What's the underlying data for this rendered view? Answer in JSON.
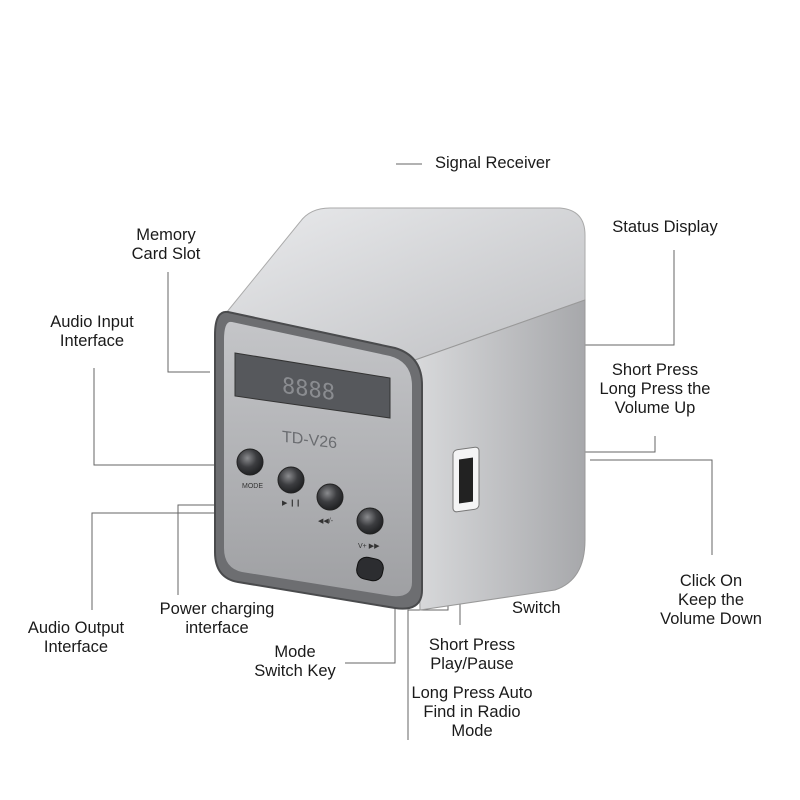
{
  "labels": {
    "signal_receiver": "Signal Receiver",
    "memory_card_slot": "Memory\nCard Slot",
    "status_display": "Status Display",
    "audio_input": "Audio Input\nInterface",
    "short_press_long_press": "Short Press\nLong Press the\nVolume Up",
    "click_on_volume_down": "Click On\nKeep the\nVolume Down",
    "audio_output": "Audio Output\nInterface",
    "power_charging": "Power charging\ninterface",
    "mode_switch_key": "Mode\nSwitch Key",
    "switch": "Switch",
    "short_press_play": "Short Press\nPlay/Pause",
    "long_press_auto": "Long Press Auto\nFind in Radio\nMode"
  },
  "device": {
    "model": "TD-V26",
    "lcd_readout": "8888",
    "button_marks": [
      "MODE",
      "▶ ❙❙",
      "◀◀/-",
      "V+ ▶▶"
    ],
    "colors": {
      "body": "#c9cacc",
      "face": "#a9aaad",
      "lcd": "#5a5c60",
      "button": "#3a3b3e"
    }
  }
}
